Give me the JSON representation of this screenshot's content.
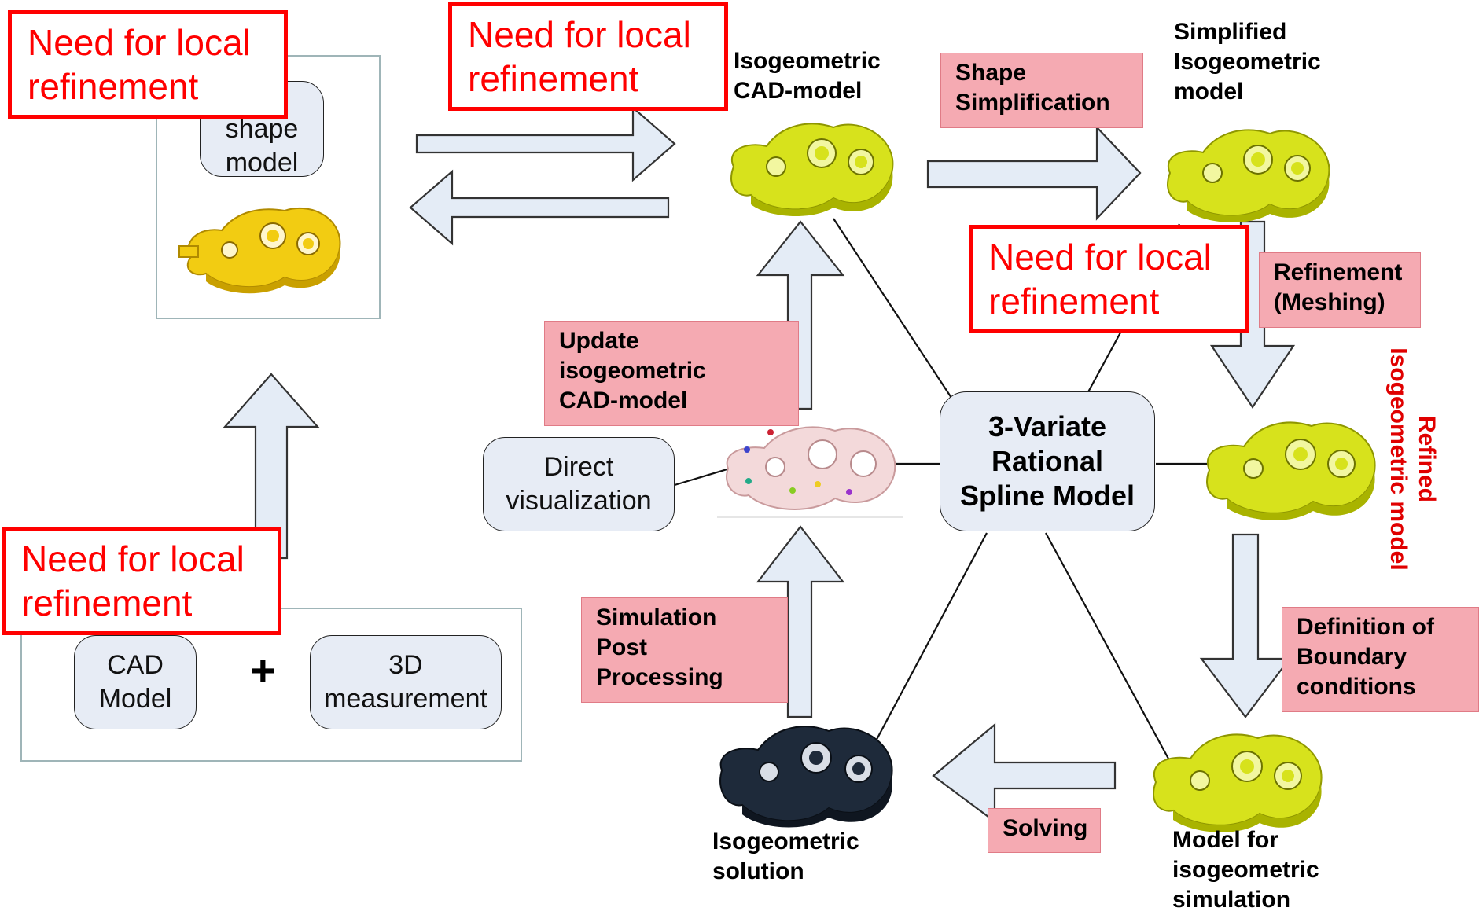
{
  "colors": {
    "arrow_fill": "#e4ecf6",
    "arrow_stroke": "#333333",
    "pink_label": "#f5aab2",
    "red_callout": "#ff0000",
    "pill_fill": "#e7ecf5",
    "part_yellow": "#d7e21c",
    "part_gold": "#f2cc12",
    "part_dark": "#1e2a3a"
  },
  "callouts": {
    "top_left": "Need for local\nrefinement",
    "top_center": "Need for local\nrefinement",
    "right_middle": "Need for local\nrefinement",
    "bottom_left": "Need for local\nrefinement"
  },
  "left": {
    "shape_model_label": "s\nshape\nmodel",
    "cad_model_label": "CAD\nModel",
    "plus_sign": "+",
    "measurement_label": "3D\nmeasurement"
  },
  "center": {
    "core_model": "3-Variate\nRational\nSpline Model",
    "direct_visualization": "Direct\nvisualization"
  },
  "labels": {
    "isogeometric_cad": "Isogeometric\nCAD-model",
    "simplified_model": "Simplified\nIsogeometric\nmodel",
    "refined_model": "Refined\nIsogeometric model",
    "simulation_model": "Model for\nisogeometric\nsimulation",
    "isogeometric_solution": "Isogeometric\nsolution"
  },
  "steps": {
    "shape_simplification": "Shape\nSimplification",
    "refinement": "Refinement\n(Meshing)",
    "boundary_conditions": "Definition of\nBoundary\nconditions",
    "solving": "Solving",
    "post_processing": "Simulation\nPost\nProcessing",
    "update_cad": "Update\nisogeometric\nCAD-model"
  }
}
